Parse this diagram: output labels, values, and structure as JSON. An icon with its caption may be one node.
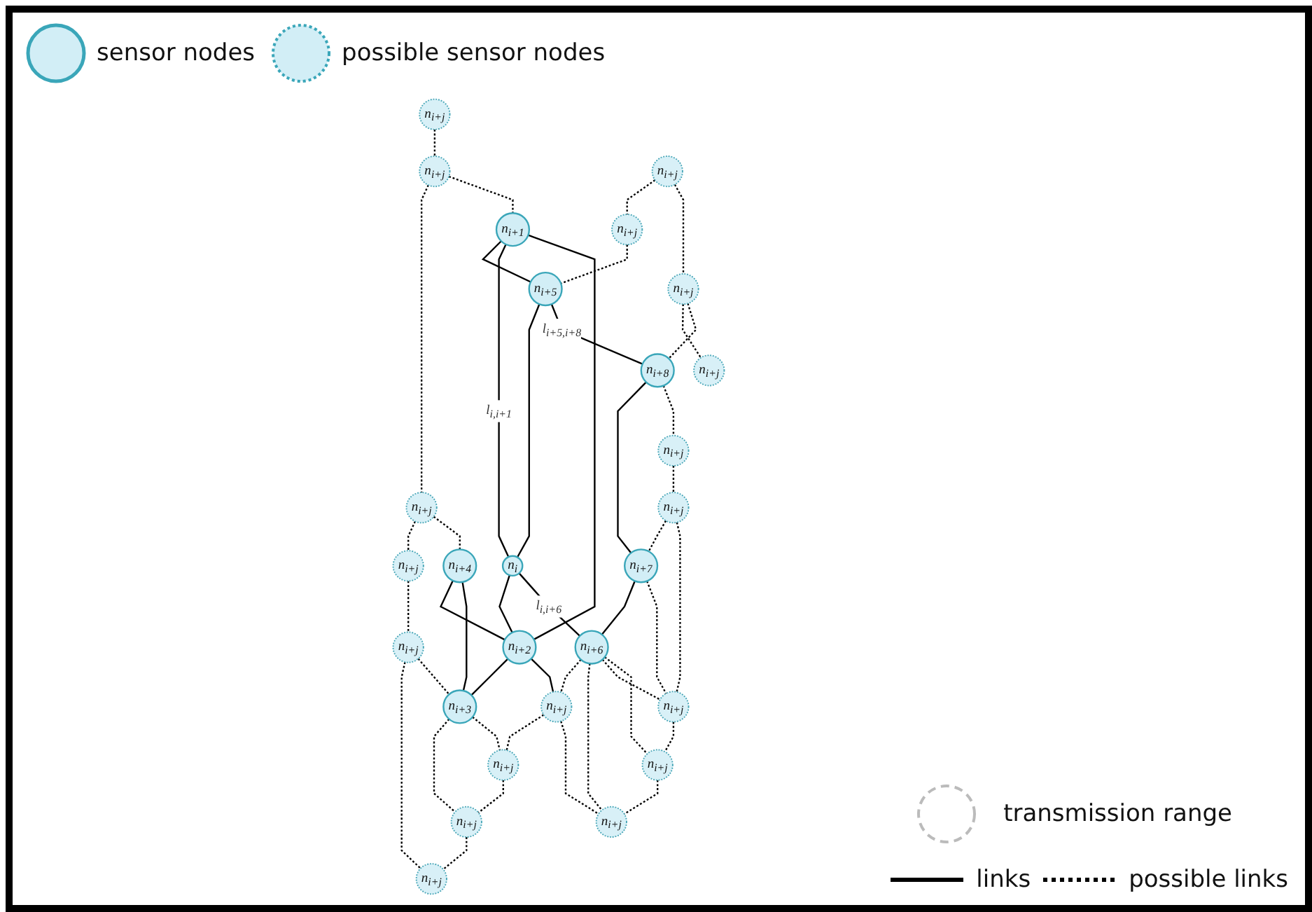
{
  "diagram": {
    "nodes": [
      {
        "text": [
          "n$_{i+j}$"
        ]
      },
      {
        "text": [
          "n$_{i+j}$"
        ]
      },
      {
        "text": [
          "n$_{i+j}$"
        ]
      },
      {
        "text": [
          "n$_{i+j}$"
        ]
      },
      {
        "text": [
          "n$_{i+j}$"
        ]
      },
      {
        "text": [
          "n$_{i+4}$"
        ]
      },
      {
        "text": [
          "n$_{i+1}$"
        ]
      },
      {
        "text": [
          "n$_{i+j}$"
        ]
      },
      {
        "text": [
          "n$_{i+j}$"
        ]
      },
      {
        "text": [
          "n$_{i+j}$"
        ]
      },
      {
        "text": [
          "n$_{i+5}$"
        ]
      },
      {
        "text": [
          "n$_{i+2}$"
        ]
      },
      {
        "text": [
          "n$_{i+3}$"
        ]
      },
      {
        "text": [
          "n$_{i}$"
        ]
      },
      {
        "text": [
          "n$_{i+j}$"
        ]
      },
      {
        "text": [
          "n$_{i+j}$"
        ]
      },
      {
        "text": [
          "n$_{i+j}$"
        ]
      },
      {
        "text": [
          "n$_{i+8}$"
        ]
      },
      {
        "text": [
          "n$_{i+j}$"
        ]
      },
      {
        "text": [
          "n$_{i+j}$"
        ]
      },
      {
        "text": [
          "n$_{i+6}$"
        ]
      },
      {
        "text": [
          "n$_{i+7}$"
        ]
      },
      {
        "text": [
          "n$_{i+j}$"
        ]
      },
      {
        "text": [
          "n$_{i+j}$"
        ]
      },
      {
        "text": [
          "n$_{i+j}$"
        ]
      },
      {
        "text": [
          "n$_{i+j}$"
        ]
      },
      {
        "text": [
          "n$_{i+j}$"
        ]
      }
    ],
    "edges": [
      {
        "from": 6,
        "to": 10,
        "arrow": "none"
      },
      {
        "from": 6,
        "to": 13,
        "arrow": "none",
        "label": "l$_{i,i+1}$"
      },
      {
        "from": 6,
        "to": 11,
        "arrow": "none"
      },
      {
        "from": 5,
        "to": 11,
        "arrow": "none"
      },
      {
        "from": 5,
        "to": 12,
        "arrow": "none"
      },
      {
        "from": 11,
        "to": 12,
        "arrow": "none"
      },
      {
        "from": 13,
        "to": 11,
        "arrow": "none"
      },
      {
        "from": 10,
        "to": 13,
        "arrow": "none"
      },
      {
        "from": 10,
        "to": 17,
        "arrow": "none",
        "label": "l$_{i+5,i+8}$"
      },
      {
        "from": 13,
        "to": 20,
        "arrow": "none",
        "label": "l$_{i,i+6}$"
      },
      {
        "from": 11,
        "to": 19,
        "arrow": "none"
      },
      {
        "from": 17,
        "to": 21,
        "arrow": "none"
      },
      {
        "from": 21,
        "to": 20,
        "arrow": "none"
      },
      {
        "from": 0,
        "to": 2,
        "arrow": "none",
        "style": "dashed"
      },
      {
        "from": 2,
        "to": 1,
        "arrow": "none",
        "style": "dashed"
      },
      {
        "from": 1,
        "to": 3,
        "arrow": "none",
        "style": "dashed"
      },
      {
        "from": 2,
        "to": 6,
        "arrow": "none",
        "style": "dashed"
      },
      {
        "from": 1,
        "to": 5,
        "arrow": "none",
        "style": "dashed"
      },
      {
        "from": 3,
        "to": 8,
        "arrow": "none",
        "style": "dashed"
      },
      {
        "from": 8,
        "to": 9,
        "arrow": "none",
        "style": "dashed"
      },
      {
        "from": 8,
        "to": 12,
        "arrow": "none",
        "style": "dashed"
      },
      {
        "from": 7,
        "to": 4,
        "arrow": "none",
        "style": "dashed"
      },
      {
        "from": 4,
        "to": 10,
        "arrow": "none",
        "style": "dashed"
      },
      {
        "from": 7,
        "to": 14,
        "arrow": "none",
        "style": "dashed"
      },
      {
        "from": 14,
        "to": 16,
        "arrow": "none",
        "style": "dashed"
      },
      {
        "from": 14,
        "to": 17,
        "arrow": "none",
        "style": "dashed"
      },
      {
        "from": 12,
        "to": 15,
        "arrow": "none",
        "style": "dashed"
      },
      {
        "from": 12,
        "to": 18,
        "arrow": "none",
        "style": "dashed"
      },
      {
        "from": 15,
        "to": 9,
        "arrow": "none",
        "style": "dashed"
      },
      {
        "from": 18,
        "to": 15,
        "arrow": "none",
        "style": "dashed"
      },
      {
        "from": 19,
        "to": 18,
        "arrow": "none",
        "style": "dashed"
      },
      {
        "from": 19,
        "to": 23,
        "arrow": "none",
        "style": "dashed"
      },
      {
        "from": 20,
        "to": 19,
        "arrow": "none",
        "style": "dashed"
      },
      {
        "from": 20,
        "to": 23,
        "arrow": "none",
        "style": "dashed"
      },
      {
        "from": 20,
        "to": 26,
        "arrow": "none",
        "style": "dashed"
      },
      {
        "from": 20,
        "to": 25,
        "arrow": "none",
        "style": "dashed"
      },
      {
        "from": 17,
        "to": 22,
        "arrow": "none",
        "style": "dashed"
      },
      {
        "from": 22,
        "to": 24,
        "arrow": "none",
        "style": "dashed"
      },
      {
        "from": 24,
        "to": 21,
        "arrow": "none",
        "style": "dashed"
      },
      {
        "from": 24,
        "to": 26,
        "arrow": "none",
        "style": "dashed"
      },
      {
        "from": 21,
        "to": 26,
        "arrow": "none",
        "style": "dashed"
      },
      {
        "from": 26,
        "to": 25,
        "arrow": "none",
        "style": "dashed"
      },
      {
        "from": 25,
        "to": 23,
        "arrow": "none",
        "style": "dashed"
      }
    ],
    "legend": [
      {
        "text": "sensor nodes"
      },
      {
        "text": "possible sensor nodes"
      },
      {
        "text": "transmission range"
      },
      {
        "text": "links"
      },
      {
        "text": "possible links"
      }
    ]
  }
}
